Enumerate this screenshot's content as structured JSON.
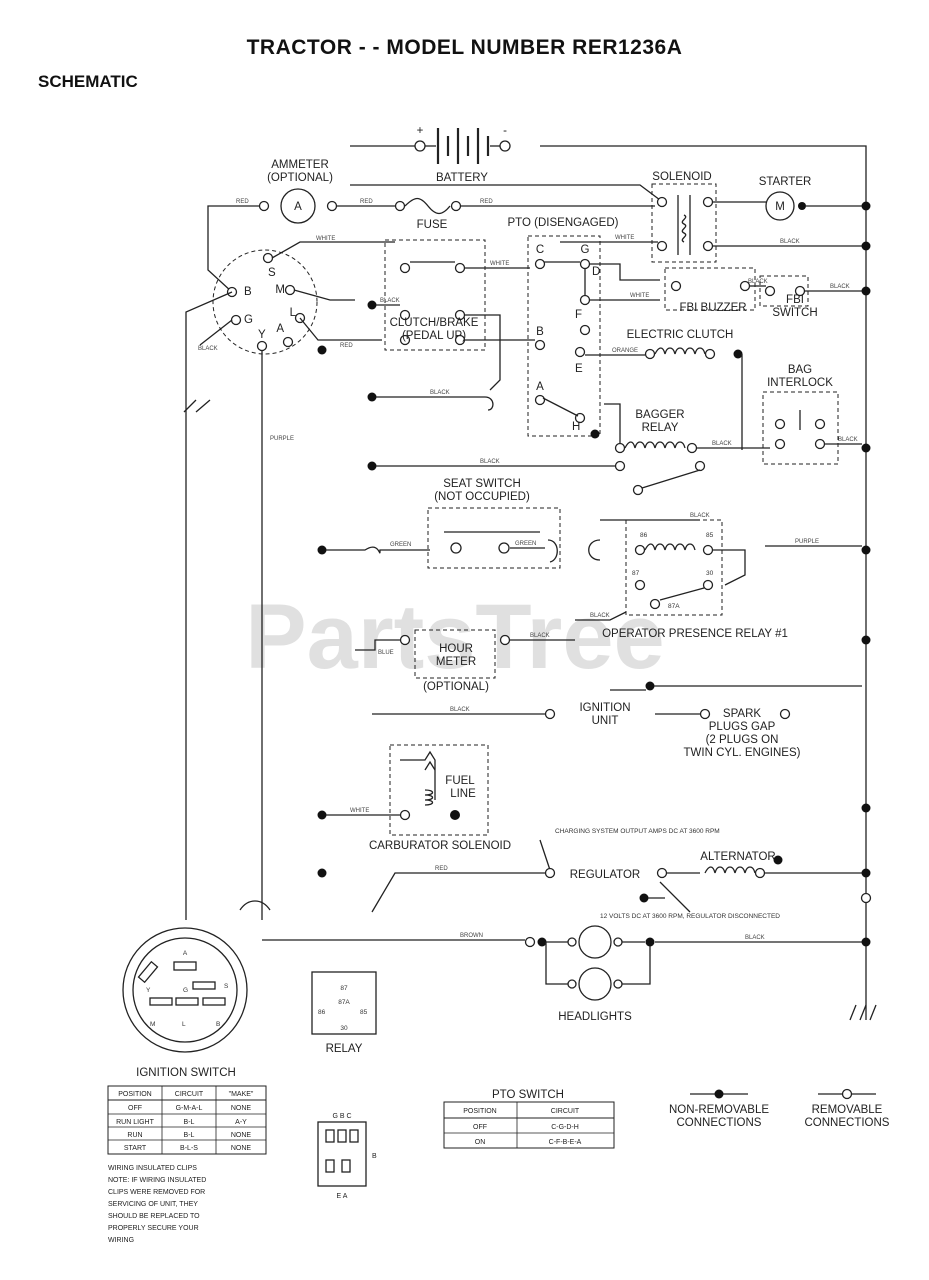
{
  "title": "TRACTOR - - MODEL NUMBER RER1236A",
  "subtitle": "SCHEMATIC",
  "watermark": "PartsTree",
  "labels": {
    "battery": "BATTERY",
    "battery_pos": "+",
    "battery_neg": "-",
    "ammeter_1": "AMMETER",
    "ammeter_2": "(OPTIONAL)",
    "ammeter_symbol": "A",
    "solenoid": "SOLENOID",
    "starter": "STARTER",
    "starter_symbol": "M",
    "fuse": "FUSE",
    "pto": "PTO (DISENGAGED)",
    "fbi_buzzer": "FBI BUZZER",
    "fbi_switch_1": "FBI",
    "fbi_switch_2": "SWITCH",
    "clutch_brake_1": "CLUTCH/BRAKE",
    "clutch_brake_2": "(PEDAL UP)",
    "electric_clutch": "ELECTRIC CLUTCH",
    "bag_interlock_1": "BAG",
    "bag_interlock_2": "INTERLOCK",
    "bagger_relay_1": "BAGGER",
    "bagger_relay_2": "RELAY",
    "seat_switch_1": "SEAT SWITCH",
    "seat_switch_2": "(NOT OCCUPIED)",
    "relay_86": "86",
    "relay_85": "85",
    "relay_87": "87",
    "relay_30": "30",
    "relay_87a": "87A",
    "operator_relay": "OPERATOR PRESENCE RELAY #1",
    "hour_meter_1": "HOUR",
    "hour_meter_2": "METER",
    "hour_meter_3": "(OPTIONAL)",
    "ignition_unit_1": "IGNITION",
    "ignition_unit_2": "UNIT",
    "spark_1": "SPARK",
    "spark_2": "PLUGS GAP",
    "spark_3": "(2 PLUGS ON",
    "spark_4": "TWIN CYL. ENGINES)",
    "fuel_1": "FUEL",
    "fuel_2": "LINE",
    "carb": "CARBURATOR SOLENOID",
    "regulator": "REGULATOR",
    "alternator": "ALTERNATOR",
    "headlights": "HEADLIGHTS",
    "relay": "RELAY",
    "ignition_switch": "IGNITION SWITCH",
    "pto_switch": "PTO SWITCH",
    "nonremovable_1": "NON-REMOVABLE",
    "nonremovable_2": "CONNECTIONS",
    "removable_1": "REMOVABLE",
    "removable_2": "CONNECTIONS",
    "reg_note": "CHARGING SYSTEM OUTPUT AMPS DC AT 3600 RPM",
    "volt_note": "12 VOLTS DC AT 3600 RPM, REGULATOR DISCONNECTED",
    "wiring_note_1": "WIRING INSULATED CLIPS",
    "wiring_note_2": "NOTE: IF WIRING INSULATED",
    "wiring_note_3": "CLIPS WERE REMOVED FOR",
    "wiring_note_4": "SERVICING OF UNIT, THEY",
    "wiring_note_5": "SHOULD BE REPLACED TO",
    "wiring_note_6": "PROPERLY SECURE YOUR",
    "wiring_note_7": "WIRING",
    "plug_top": "G  B  C",
    "plug_bottom": "E  A",
    "plug_side": "B"
  },
  "switch_terminals": {
    "b": "B",
    "s": "S",
    "m": "M",
    "g": "G",
    "l": "L",
    "a": "A",
    "y": "Y"
  },
  "pto_terminals": {
    "c": "C",
    "g": "G",
    "d": "D",
    "f": "F",
    "b": "B",
    "e": "E",
    "a": "A",
    "h": "H"
  },
  "ign_face": {
    "a": "A",
    "y": "Y",
    "g": "G",
    "l": "L",
    "s": "S",
    "m": "M",
    "b": "B"
  },
  "wire_colors": {
    "red": "RED",
    "white": "WHITE",
    "black": "BLACK",
    "blue": "BLUE",
    "green": "GREEN",
    "purple": "PURPLE",
    "orange": "ORANGE",
    "brown": "BROWN"
  },
  "ignition_table": {
    "headers": [
      "POSITION",
      "CIRCUIT",
      "\"MAKE\""
    ],
    "rows": [
      [
        "OFF",
        "G-M-A-L",
        "NONE"
      ],
      [
        "RUN LIGHT",
        "B-L",
        "A-Y"
      ],
      [
        "RUN",
        "B-L",
        "NONE"
      ],
      [
        "START",
        "B-L-S",
        "NONE"
      ]
    ]
  },
  "pto_table": {
    "headers": [
      "POSITION",
      "CIRCUIT"
    ],
    "rows": [
      [
        "OFF",
        "C-G-D-H"
      ],
      [
        "ON",
        "C-F-B-E-A"
      ]
    ]
  }
}
